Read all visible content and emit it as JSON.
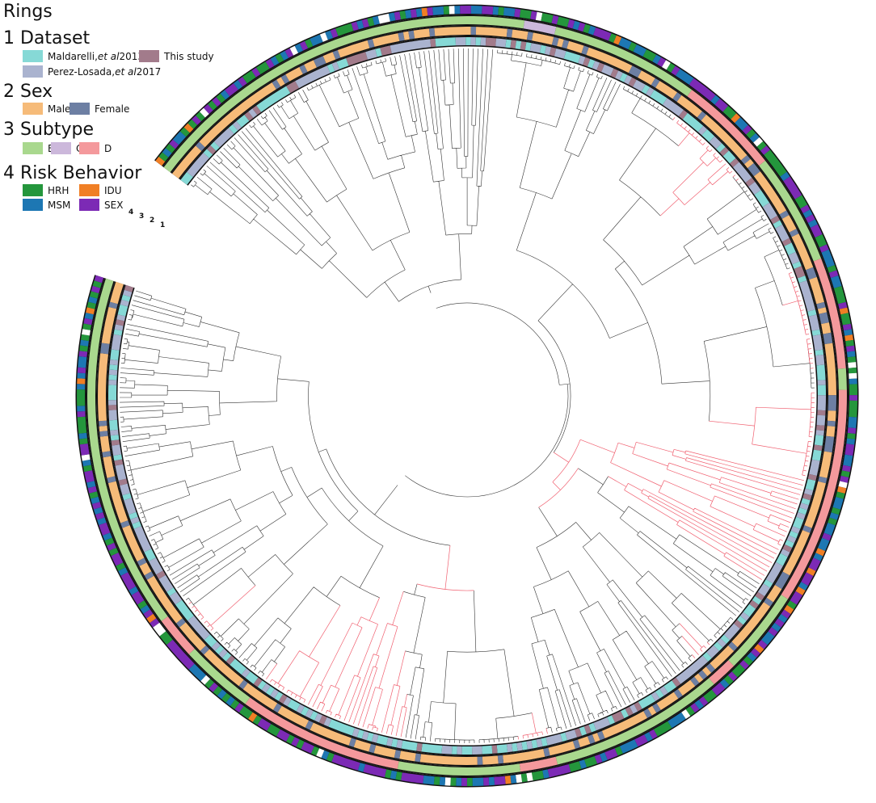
{
  "legend": {
    "title": "Rings",
    "sections": [
      {
        "heading": "1 Dataset",
        "entries": [
          {
            "label_before": "Maldarelli, ",
            "label_italic": "et al",
            "label_after": " 2013",
            "color": "#86d9d6"
          },
          {
            "label_before": "This study",
            "label_italic": "",
            "label_after": "",
            "color": "#a27b8b"
          },
          {
            "label_before": "Perez-Losada, ",
            "label_italic": "et al",
            "label_after": " 2017",
            "color": "#aab3cf"
          }
        ]
      },
      {
        "heading": "2 Sex",
        "entries": [
          {
            "label_before": "Male",
            "label_italic": "",
            "label_after": "",
            "color": "#f6bb79"
          },
          {
            "label_before": "Female",
            "label_italic": "",
            "label_after": "",
            "color": "#6d7fa3"
          }
        ]
      },
      {
        "heading": "3 Subtype",
        "entries": [
          {
            "label_before": "B",
            "label_italic": "",
            "label_after": "",
            "color": "#a9d88e"
          },
          {
            "label_before": "C",
            "label_italic": "",
            "label_after": "",
            "color": "#ccb8db"
          },
          {
            "label_before": "D",
            "label_italic": "",
            "label_after": "",
            "color": "#f4999c"
          }
        ]
      },
      {
        "heading": "4 Risk Behavior",
        "entries": [
          {
            "label_before": "HRH",
            "label_italic": "",
            "label_after": "",
            "color": "#24963c"
          },
          {
            "label_before": "IDU",
            "label_italic": "",
            "label_after": "",
            "color": "#f07f25"
          },
          {
            "label_before": "MSM",
            "label_italic": "",
            "label_after": "",
            "color": "#1d77b3"
          },
          {
            "label_before": "SEX",
            "label_italic": "",
            "label_after": "",
            "color": "#7c2ab5"
          }
        ]
      }
    ]
  },
  "ring_labels": [
    "4",
    "3",
    "2",
    "1"
  ],
  "colors": {
    "branch": "#333333",
    "highlight_branch": "#f06070",
    "ring_border": "#111111"
  }
}
